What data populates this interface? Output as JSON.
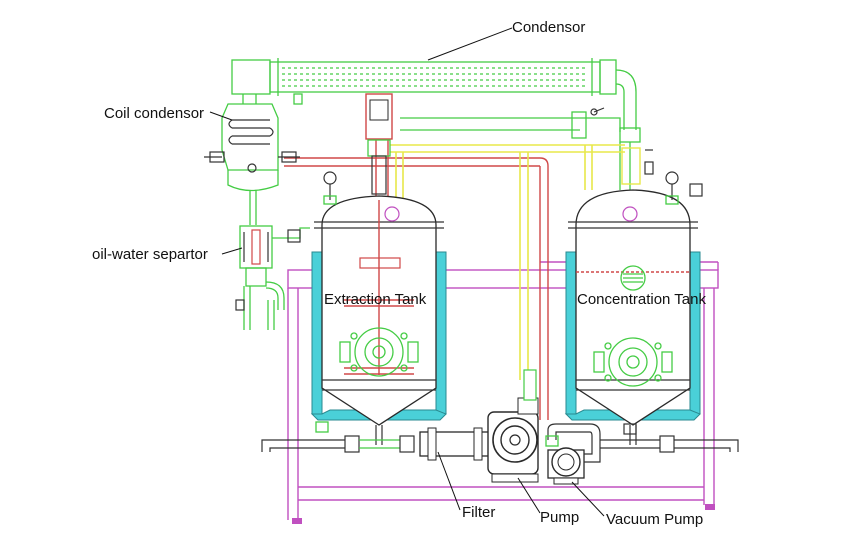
{
  "labels": {
    "condenser": "Condensor",
    "coil_condenser": "Coil condensor",
    "oil_water_separator": "oil-water separtor",
    "extraction_tank": "Extraction Tank",
    "concentration_tank": "Concentration Tank",
    "filter": "Filter",
    "pump": "Pump",
    "vacuum_pump": "Vacuum Pump"
  },
  "colors": {
    "green_pipe": "#44cc44",
    "yellow_pipe": "#e8e84a",
    "red_pipe": "#d04848",
    "frame": "#c050c0",
    "jacket": "#4ad0d8",
    "outline": "#2a2a2a"
  }
}
